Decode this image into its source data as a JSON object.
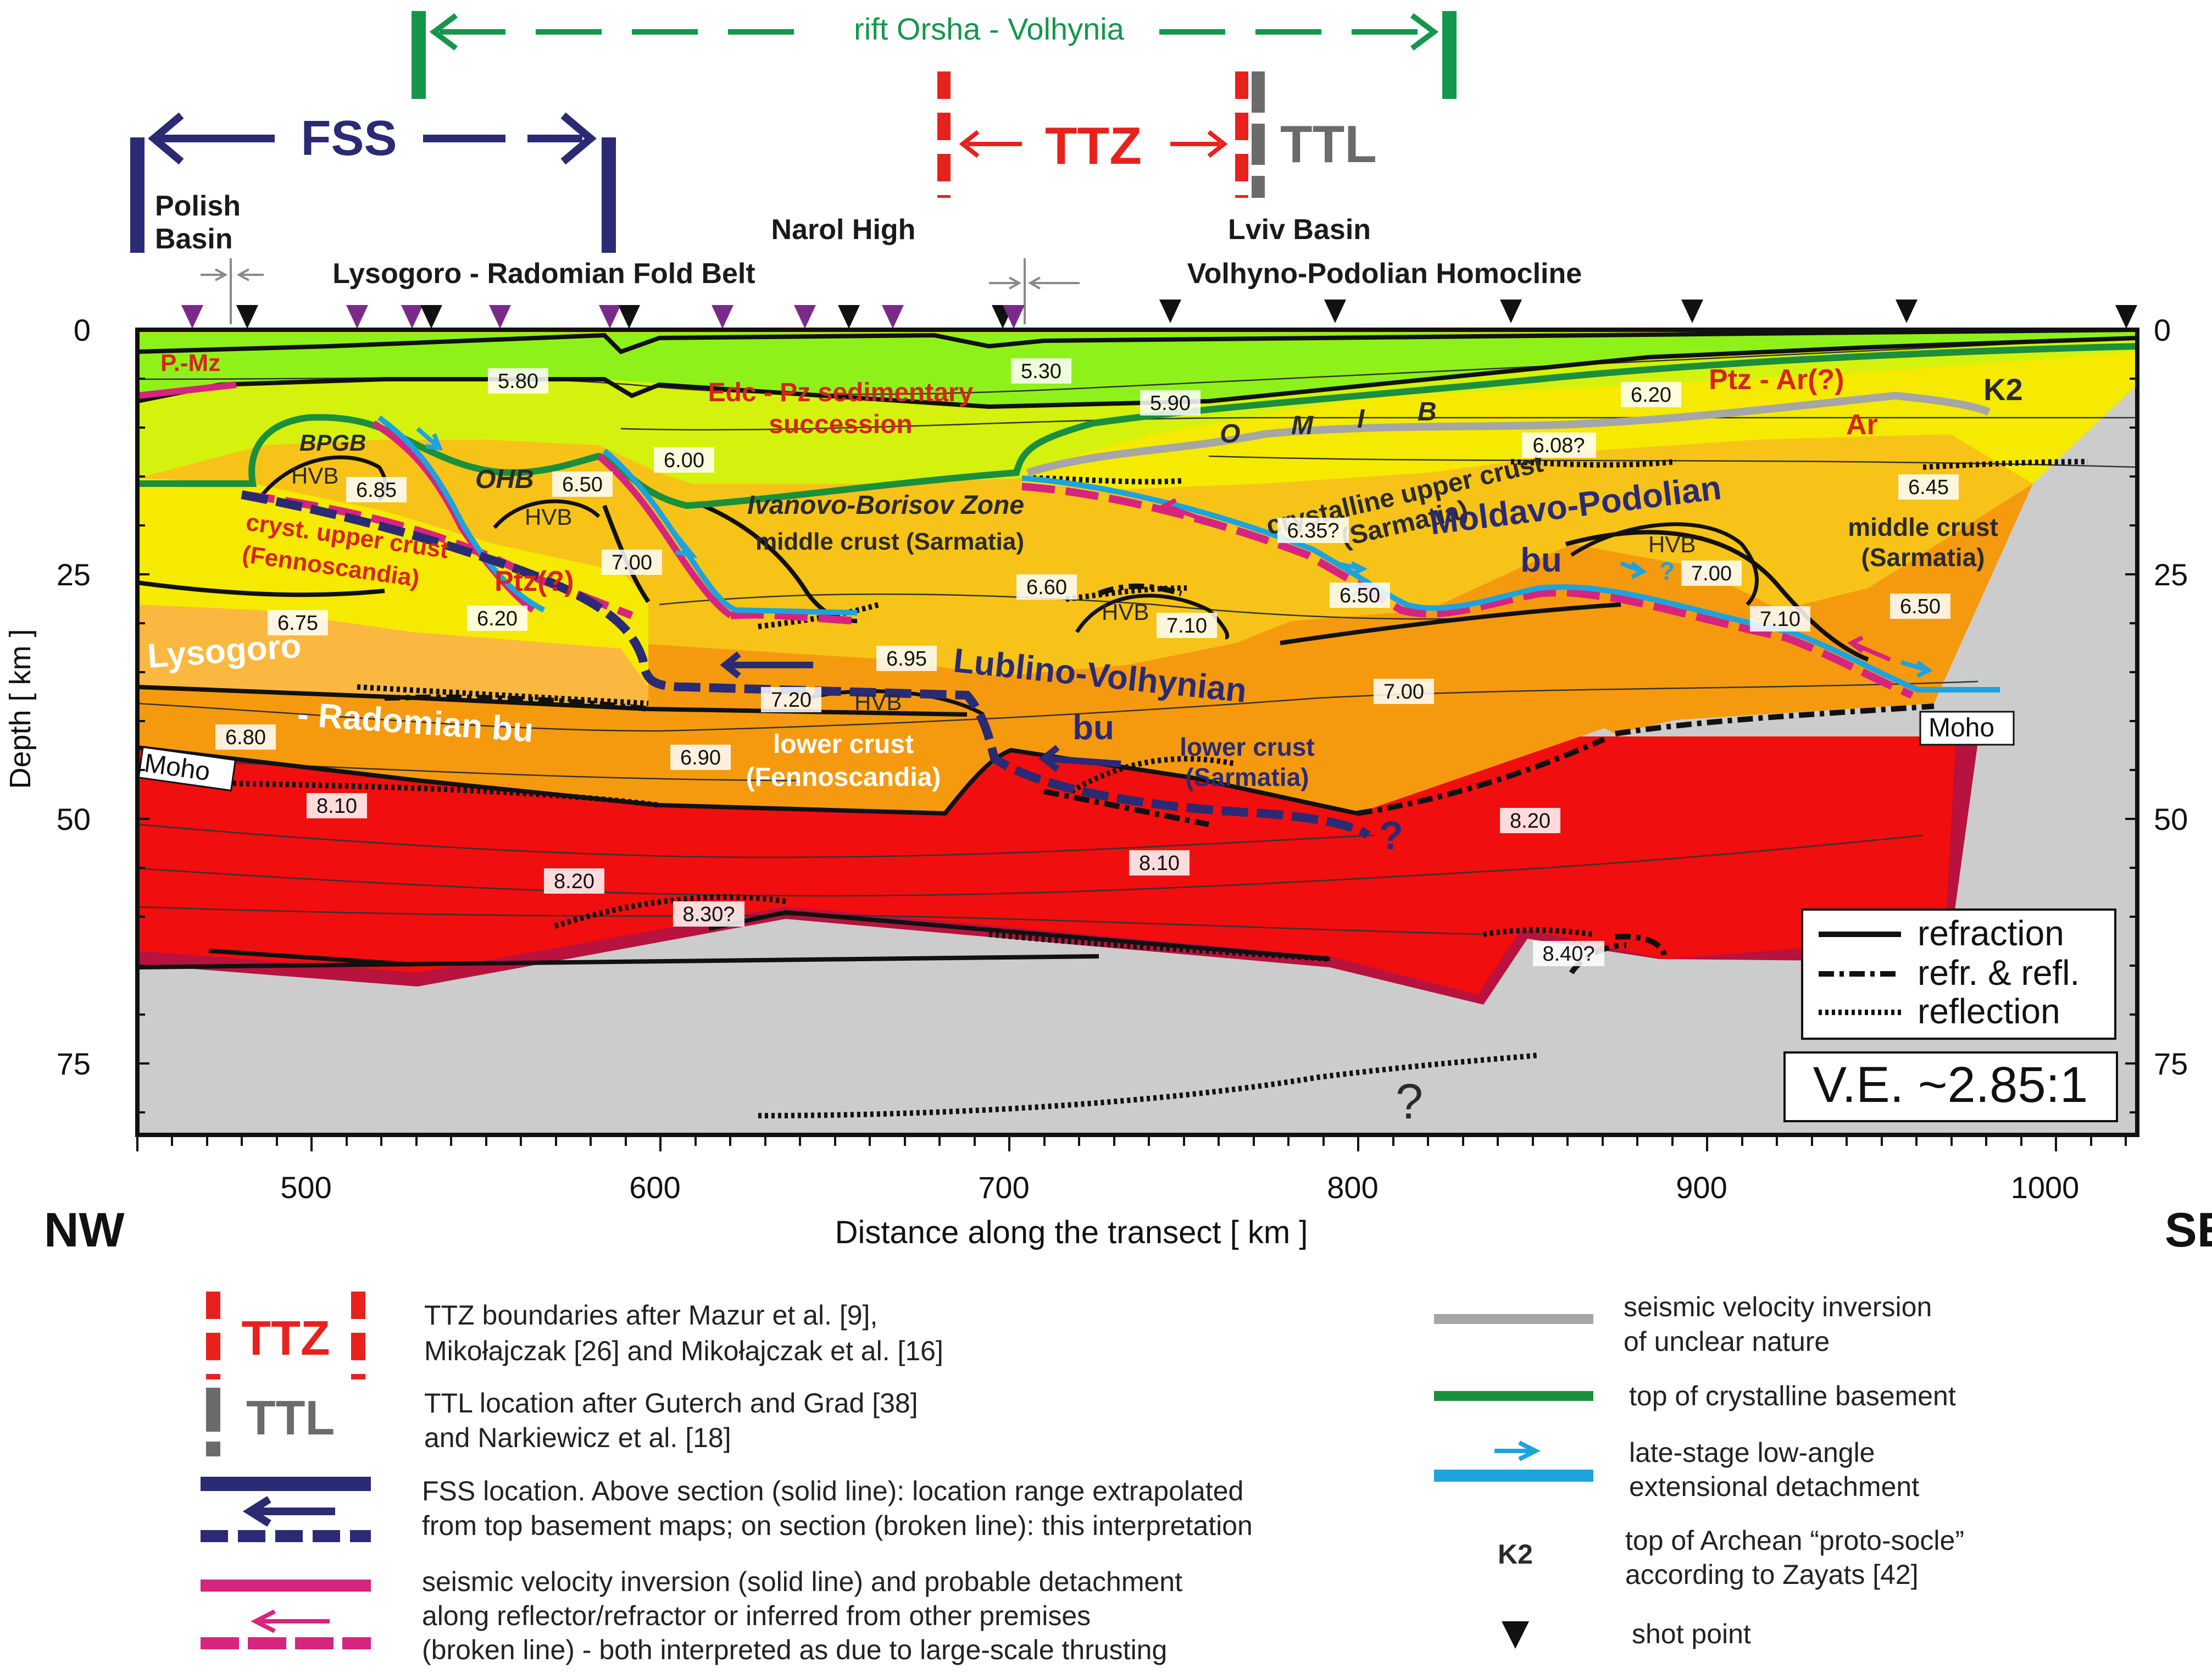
{
  "header": {
    "rift": "rift Orsha - Volhynia",
    "fss": "FSS",
    "ttz": "TTZ",
    "ttl": "TTL",
    "polish_basin": [
      "Polish",
      "Basin"
    ],
    "narol_high": "Narol High",
    "lviv_basin": "Lviv Basin",
    "lysogoro_belt": "Lysogoro - Radomian Fold Belt",
    "volhyno_homocline": "Volhyno-Podolian Homocline"
  },
  "axes": {
    "y_label": "Depth  [ km ]",
    "x_label": "Distance along the transect  [ km ]",
    "y_ticks": [
      "0",
      "25",
      "50",
      "75"
    ],
    "x_ticks": [
      "500",
      "600",
      "700",
      "800",
      "900",
      "1000"
    ],
    "nw": "NW",
    "se": "SE"
  },
  "colors": {
    "ttz_red": "#e8211d",
    "fss_navy": "#2b2a74",
    "rift_green": "#14974b",
    "ttl_gray": "#6b6b6b",
    "inversion_magenta": "#d6247f",
    "detachment_blue": "#1ea3dc",
    "basement_green": "#1a8f3c",
    "unclear_gray": "#a6a6a6",
    "sed_green": "#8ef21a",
    "sed_yellowgreen": "#d4f20d",
    "upper_yellow": "#f5ea00",
    "mid_yellow": "#f7c318",
    "lower_orange": "#f59a0f",
    "mantle_red": "#f10e0e",
    "mantle_dark": "#b8123e",
    "bedrock_gray": "#cccccc"
  },
  "section": {
    "units": {
      "pmz": "P.-Mz",
      "edc": [
        "Edc - Pz sedimentary",
        "succession"
      ],
      "ptz_ar": "Ptz - Ar(?)",
      "ar": "Ar",
      "k2": "K2",
      "omib": [
        "O",
        "M",
        "I",
        "B"
      ],
      "cryst_upper_sarm": [
        "crystalline upper crust",
        "(Sarmatia)"
      ],
      "bpgb": "BPGB",
      "ohb": "OHB",
      "hvb": "HVB",
      "cryst_upper_fenno": [
        "cryst. upper crust",
        "(Fennoscandia)"
      ],
      "ptz": "Ptz(?)",
      "ivanovo": "Ivanovo-Borisov Zone",
      "middle_crust_sarm": "middle crust (Sarmatia)",
      "moldavo": [
        "Moldavo-Podolian",
        "bu"
      ],
      "middle_crust_right": [
        "middle crust",
        "(Sarmatia)"
      ],
      "lysogoro_bu": [
        "Lysogoro",
        "- Radomian bu"
      ],
      "lublino": [
        "Lublino-Volhynian",
        "bu"
      ],
      "lower_fenno": [
        "lower crust",
        "(Fennoscandia)"
      ],
      "lower_sarm": [
        "lower crust",
        "(Sarmatia)"
      ],
      "moho": "Moho",
      "question": "?"
    },
    "velocities": [
      "5.80",
      "5.30",
      "5.90",
      "6.20",
      "6.00",
      "6.08?",
      "6.45",
      "6.85",
      "6.50",
      "7.00",
      "6.35?",
      "6.50",
      "7.00",
      "6.75",
      "6.20",
      "6.60",
      "7.10",
      "7.10",
      "6.50",
      "6.95",
      "7.20",
      "7.00",
      "6.80",
      "6.90",
      "8.10",
      "8.20",
      "8.30?",
      "8.10",
      "8.20",
      "8.40?"
    ]
  },
  "inset_legend": {
    "refraction": "refraction",
    "refr_refl": "refr. & refl.",
    "reflection": "reflection"
  },
  "ve": "V.E. ~2.85:1",
  "legend": {
    "ttz": [
      "TTZ boundaries after Mazur et al. [9],",
      "Mikołajczak [26] and Mikołajczak et al. [16]"
    ],
    "ttl": [
      "TTL location after Guterch and Grad [38]",
      "and Narkiewicz et al. [18]"
    ],
    "fss": [
      "FSS location. Above section (solid line): location range extrapolated",
      "from top basement maps; on section (broken line): this interpretation"
    ],
    "inversion": [
      "seismic velocity inversion (solid line) and probable detachment",
      "along reflector/refractor or inferred from other premises",
      "(broken line) - both interpreted as due to large-scale thrusting"
    ],
    "unclear": [
      "seismic velocity inversion",
      "of unclear nature"
    ],
    "basement": "top of crystalline basement",
    "detachment": [
      "late-stage low-angle",
      "extensional detachment"
    ],
    "k2": "K2",
    "k2_text": [
      "top of Archean “proto-socle”",
      "according to Zayats [42]"
    ],
    "shot": "shot point"
  }
}
